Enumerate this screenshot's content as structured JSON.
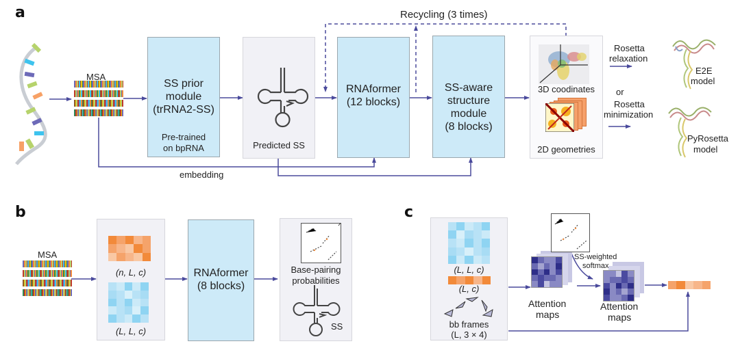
{
  "panels": {
    "a": {
      "letter": "a",
      "msa_label": "MSA",
      "ss_prior": {
        "line1": "SS prior",
        "line2": "module",
        "line3": "(trRNA2-SS)",
        "note1": "Pre-trained",
        "note2": "on bpRNA"
      },
      "predicted_ss_label": "Predicted SS",
      "rnaformer": {
        "line1": "RNAformer",
        "line2": "(12 blocks)"
      },
      "structure_module": {
        "line1": "SS-aware",
        "line2": "structure",
        "line3": "module",
        "line4": "(8 blocks)"
      },
      "recycling_label": "Recycling (3 times)",
      "embedding_label": "embedding",
      "coords_label": "3D coodinates",
      "geometries_label": "2D geometries",
      "relax_label_1": "Rosetta",
      "relax_label_2": "relaxation",
      "or_label": "or",
      "min_label_1": "Rosetta",
      "min_label_2": "minimization",
      "e2e_label_1": "E2E",
      "e2e_label_2": "model",
      "pyrosetta_label_1": "PyRosetta",
      "pyrosetta_label_2": "model"
    },
    "b": {
      "letter": "b",
      "msa_label": "MSA",
      "msa_feat_label": "(n, L, c)",
      "pair_feat_label": "(L, L, c)",
      "rnaformer": {
        "line1": "RNAformer",
        "line2": "(8 blocks)"
      },
      "bp_label_1": "Base-pairing",
      "bp_label_2": "probabilities",
      "ss_label": "SS"
    },
    "c": {
      "letter": "c",
      "pair_label": "(L, L, c)",
      "single_label": "(L, c)",
      "frames_label_1": "bb frames",
      "frames_label_2": "(L, 3 × 4)",
      "attn_label_1": "Attention",
      "attn_label_2": "maps",
      "attn2_label_1": "Attention",
      "attn2_label_2": "maps",
      "softmax_label_1": "SS-weighted",
      "softmax_label_2": "softmax"
    }
  },
  "colors": {
    "arrow": "#4a4a9c",
    "module_fill": "#cdeaf8",
    "panel_fill": "#f1f1f6",
    "orange": "#f28a3a",
    "light_blue": "#8fd4f2",
    "attention": "#3a3a8e"
  }
}
